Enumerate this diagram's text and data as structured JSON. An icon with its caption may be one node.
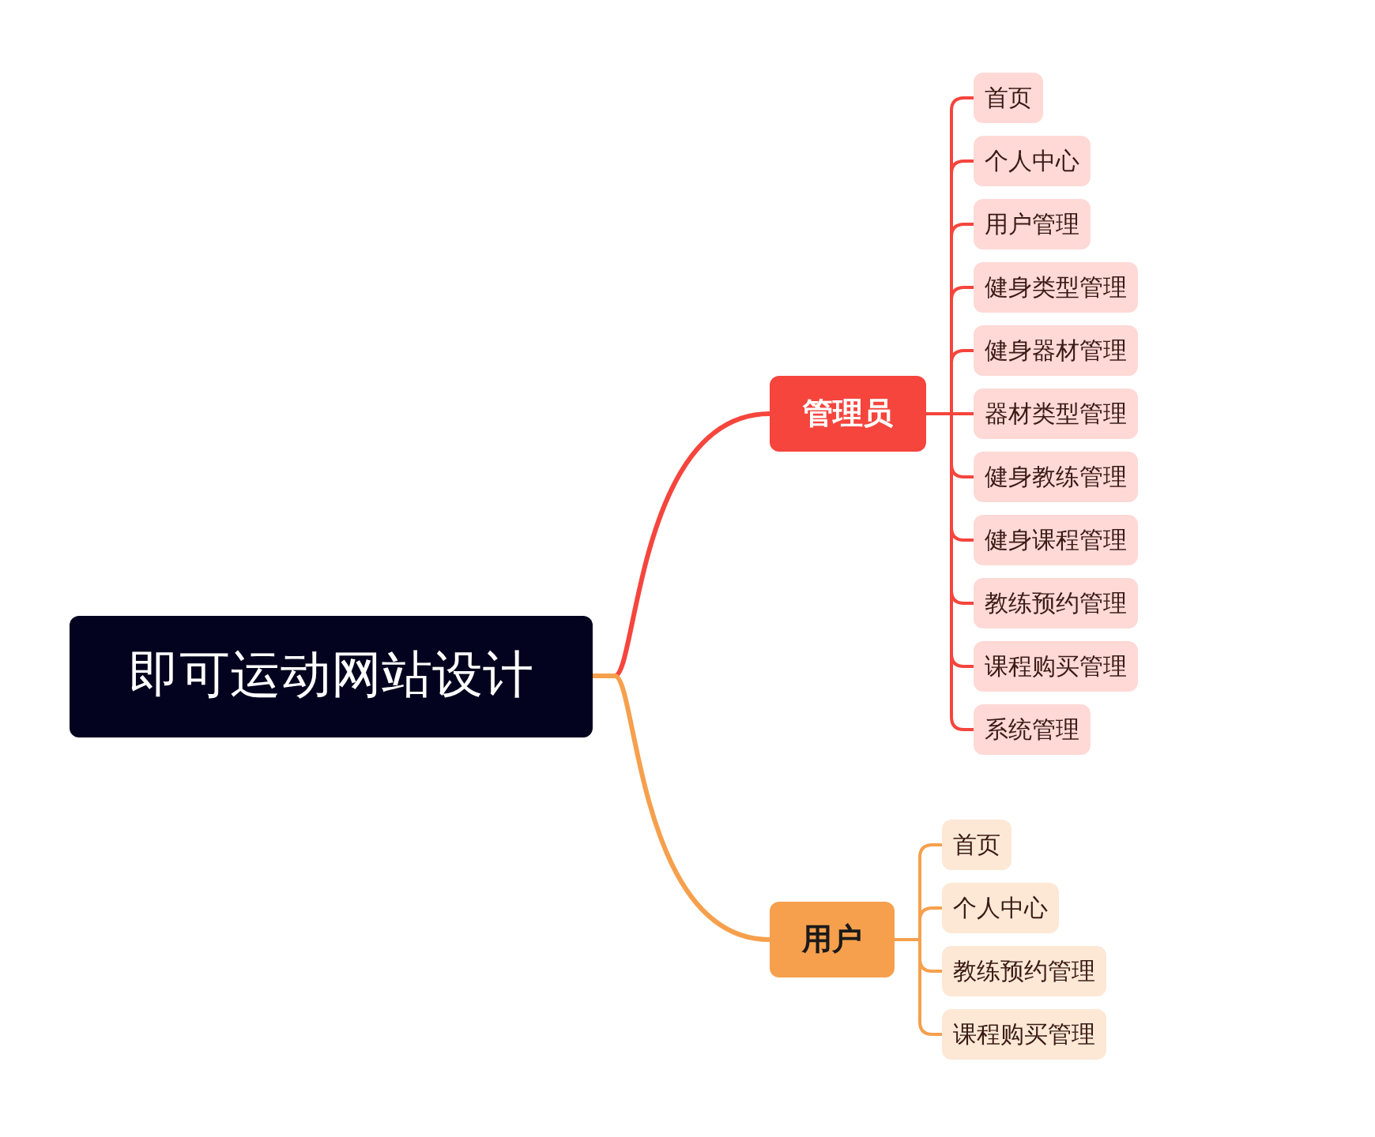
{
  "diagram": {
    "nodes": [
      {
        "text": [
          "即可运动网站设计"
        ]
      },
      {
        "text": [
          "管理员"
        ]
      },
      {
        "text": [
          "首页"
        ]
      },
      {
        "text": [
          "个人中心"
        ]
      },
      {
        "text": [
          "用户管理"
        ]
      },
      {
        "text": [
          "健身类型管理"
        ]
      },
      {
        "text": [
          "健身器材管理"
        ]
      },
      {
        "text": [
          "器材类型管理"
        ]
      },
      {
        "text": [
          "健身教练管理"
        ]
      },
      {
        "text": [
          "健身课程管理"
        ]
      },
      {
        "text": [
          "教练预约管理"
        ]
      },
      {
        "text": [
          "课程购买管理"
        ]
      },
      {
        "text": [
          "系统管理"
        ]
      },
      {
        "text": [
          "用户"
        ]
      },
      {
        "text": [
          "首页"
        ]
      },
      {
        "text": [
          "个人中心"
        ]
      },
      {
        "text": [
          "教练预约管理"
        ]
      },
      {
        "text": [
          "课程购买管理"
        ]
      }
    ],
    "edges": [
      {
        "from": 0,
        "to": 1,
        "arrow": "none"
      },
      {
        "from": 1,
        "to": 2,
        "arrow": "none"
      },
      {
        "from": 1,
        "to": 3,
        "arrow": "none"
      },
      {
        "from": 1,
        "to": 4,
        "arrow": "none"
      },
      {
        "from": 1,
        "to": 5,
        "arrow": "none"
      },
      {
        "from": 1,
        "to": 6,
        "arrow": "none"
      },
      {
        "from": 1,
        "to": 7,
        "arrow": "none"
      },
      {
        "from": 1,
        "to": 8,
        "arrow": "none"
      },
      {
        "from": 1,
        "to": 9,
        "arrow": "none"
      },
      {
        "from": 1,
        "to": 10,
        "arrow": "none"
      },
      {
        "from": 1,
        "to": 11,
        "arrow": "none"
      },
      {
        "from": 1,
        "to": 12,
        "arrow": "none"
      },
      {
        "from": 0,
        "to": 13,
        "arrow": "none",
        "color": "#f6a04d"
      },
      {
        "from": 13,
        "to": 14,
        "arrow": "none",
        "color": "#f6a04d"
      },
      {
        "from": 13,
        "to": 15,
        "arrow": "none",
        "color": "#f6a04d"
      },
      {
        "from": 13,
        "to": 16,
        "arrow": "none",
        "color": "#f6a04d"
      },
      {
        "from": 13,
        "to": 17,
        "arrow": "none",
        "color": "#f6a04d"
      }
    ]
  }
}
